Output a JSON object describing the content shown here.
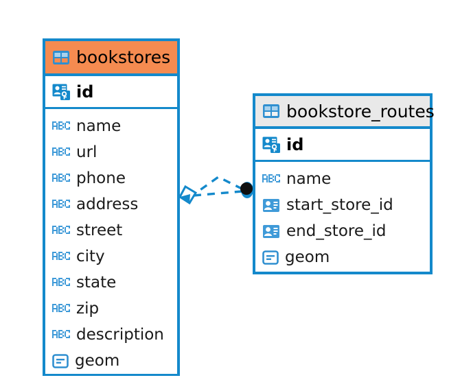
{
  "diagram": {
    "type": "entity-relationship-diagram",
    "background": "#ffffff",
    "accent_color": "#1489cb",
    "highlight_color": "#f58b50",
    "header_gray": "#e9e9e9"
  },
  "tables": [
    {
      "name": "bookstores",
      "header_color": "#f58b50",
      "header_icon": "table-grid-icon",
      "primary_key": {
        "label": "id",
        "icon": "primary-key-icon"
      },
      "fields": [
        {
          "label": "name",
          "icon": "abc-text-icon"
        },
        {
          "label": "url",
          "icon": "abc-text-icon"
        },
        {
          "label": "phone",
          "icon": "abc-text-icon"
        },
        {
          "label": "address",
          "icon": "abc-text-icon"
        },
        {
          "label": "street",
          "icon": "abc-text-icon"
        },
        {
          "label": "city",
          "icon": "abc-text-icon"
        },
        {
          "label": "state",
          "icon": "abc-text-icon"
        },
        {
          "label": "zip",
          "icon": "abc-text-icon"
        },
        {
          "label": "description",
          "icon": "abc-text-icon"
        },
        {
          "label": "geom",
          "icon": "geometry-icon"
        }
      ]
    },
    {
      "name": "bookstore_routes",
      "header_color": "#e9e9e9",
      "header_icon": "table-grid-icon",
      "primary_key": {
        "label": "id",
        "icon": "primary-key-icon"
      },
      "fields": [
        {
          "label": "name",
          "icon": "abc-text-icon"
        },
        {
          "label": "start_store_id",
          "icon": "foreign-key-icon"
        },
        {
          "label": "end_store_id",
          "icon": "foreign-key-icon"
        },
        {
          "label": "geom",
          "icon": "geometry-icon"
        }
      ]
    }
  ],
  "relationship": {
    "style": "dashed",
    "color": "#1489cb",
    "source_marker": "diamond-marker",
    "target_marker": "filled-circle-marker"
  }
}
